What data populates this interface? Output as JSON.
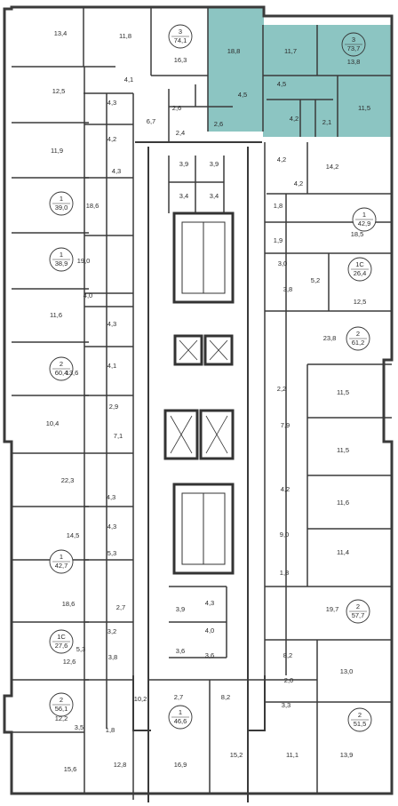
{
  "colors": {
    "wall": "#3a3a3a",
    "highlight": "#8cc5c2",
    "background": "#ffffff"
  },
  "apartments": [
    {
      "rooms": "3",
      "area": "74,1"
    },
    {
      "rooms": "3",
      "area": "73,7",
      "highlighted": true
    },
    {
      "rooms": "1",
      "area": "39,0"
    },
    {
      "rooms": "1",
      "area": "42,9"
    },
    {
      "rooms": "1",
      "area": "38,9"
    },
    {
      "rooms": "1С",
      "area": "26,4"
    },
    {
      "rooms": "2",
      "area": "61,2"
    },
    {
      "rooms": "2",
      "area": "60,4"
    },
    {
      "rooms": "2",
      "area": "57,7"
    },
    {
      "rooms": "1",
      "area": "42,7"
    },
    {
      "rooms": "1С",
      "area": "27,6"
    },
    {
      "rooms": "2",
      "area": "56,1"
    },
    {
      "rooms": "2",
      "area": "51,5"
    },
    {
      "rooms": "1",
      "area": "46,6"
    }
  ],
  "rooms": [
    "13,4",
    "11,8",
    "16,3",
    "18,8",
    "11,7",
    "13,8",
    "12,5",
    "4,1",
    "6,7",
    "2,6",
    "2,6",
    "4,5",
    "4,5",
    "4,2",
    "2,1",
    "11,5",
    "4,3",
    "4,2",
    "2,4",
    "11,9",
    "4,3",
    "3,9",
    "3,9",
    "4,2",
    "14,2",
    "18,6",
    "3,4",
    "3,4",
    "4,2",
    "1,8",
    "18,5",
    "19,0",
    "1,9",
    "3,0",
    "5,2",
    "3,8",
    "12,5",
    "4,0",
    "11,6",
    "4,3",
    "23,8",
    "13,6",
    "4,1",
    "2,9",
    "2,2",
    "11,5",
    "10,4",
    "7,1",
    "7,9",
    "11,5",
    "22,3",
    "4,3",
    "4,2",
    "11,6",
    "14,5",
    "4,3",
    "9,0",
    "11,4",
    "5,3",
    "1,8",
    "18,6",
    "2,7",
    "3,9",
    "4,3",
    "19,7",
    "4,0",
    "8,2",
    "5,3",
    "3,2",
    "3,8",
    "3,6",
    "3,6",
    "2,0",
    "13,0",
    "12,6",
    "3,3",
    "10,2",
    "2,7",
    "8,2",
    "12,2",
    "3,5",
    "1,8",
    "11,1",
    "13,9",
    "15,6",
    "12,8",
    "16,9",
    "15,2"
  ]
}
